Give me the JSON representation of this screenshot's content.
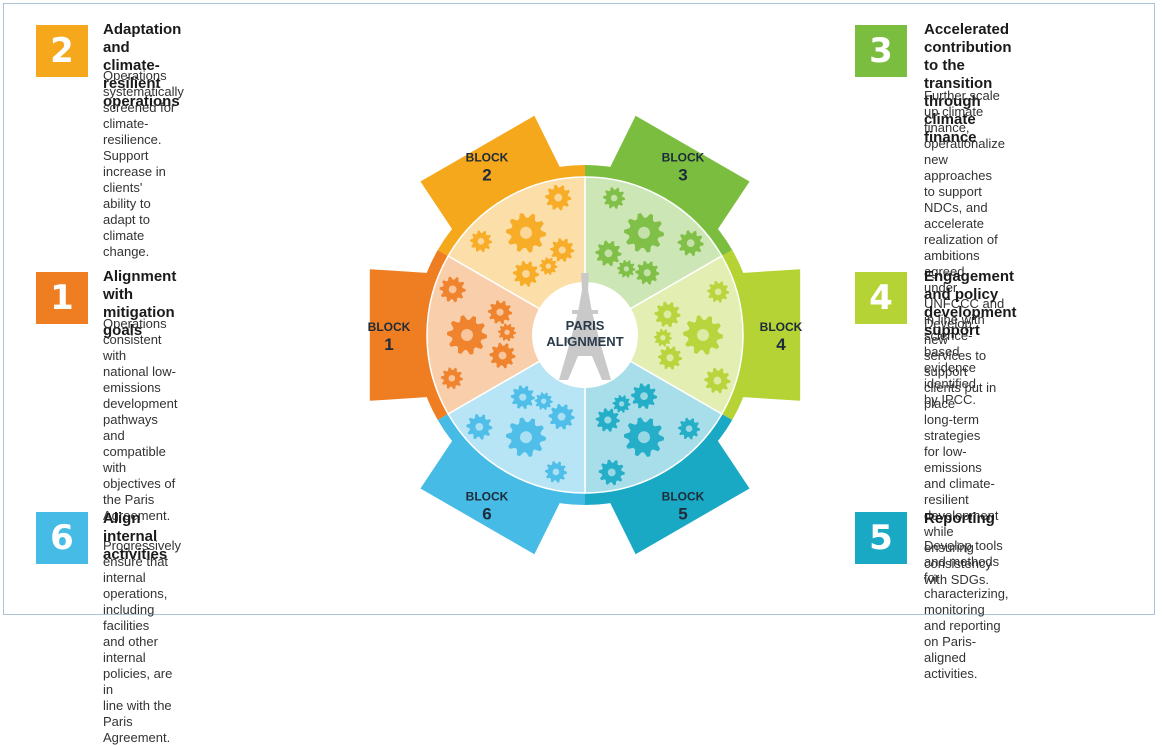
{
  "colors": {
    "block1": "#ef7d22",
    "block2": "#f6a81c",
    "block3": "#7bbd3f",
    "block4": "#b5d334",
    "block5": "#1aa9c4",
    "block6": "#45bbe6"
  },
  "center": {
    "line1": "PARIS",
    "line2": "ALIGNMENT"
  },
  "tooth_label": "BLOCK",
  "blocks": [
    {
      "number": "1",
      "title_line1": "Alignment with",
      "title_line2": "mitigation goals",
      "desc": [
        "Operations consistent with",
        "national low-emissions",
        "development pathways and",
        "compatible with objectives of",
        "the Paris Agreement."
      ]
    },
    {
      "number": "2",
      "title_line1": "Adaptation and climate-",
      "title_line2": "resilient operations",
      "desc": [
        "Operations systematically",
        "screened for climate-resilience.",
        "Support increase in clients'",
        "ability to adapt to climate",
        "change."
      ]
    },
    {
      "number": "3",
      "title_line1": "Accelerated contribution",
      "title_line2": "to the transition through",
      "title_line3": "climate finance",
      "desc": [
        "Further scale up climate finance,",
        "operationalize new approaches",
        "to support NDCs, and accelerate",
        "realization of ambitions agreed",
        "under UNFCCC and in line with",
        "science-based evidence identified",
        "by IPCC."
      ]
    },
    {
      "number": "4",
      "title_line1": "Engagement and policy",
      "title_line2": "development support",
      "desc": [
        "Develop new services to",
        "support clients put in place",
        "long-term strategies for low-",
        "emissions and climate-resilient",
        "development while ensuring",
        "consistency with SDGs."
      ]
    },
    {
      "number": "5",
      "title_line1": "Reporting",
      "desc": [
        "Develop tools and methods",
        "for characterizing, monitoring",
        "and reporting on Paris-aligned",
        "activities."
      ]
    },
    {
      "number": "6",
      "title_line1": "Align internal activities",
      "desc": [
        "Progressively ensure that internal",
        "operations, including facilities",
        "and other internal policies, are in",
        "line with the Paris Agreement."
      ]
    }
  ]
}
